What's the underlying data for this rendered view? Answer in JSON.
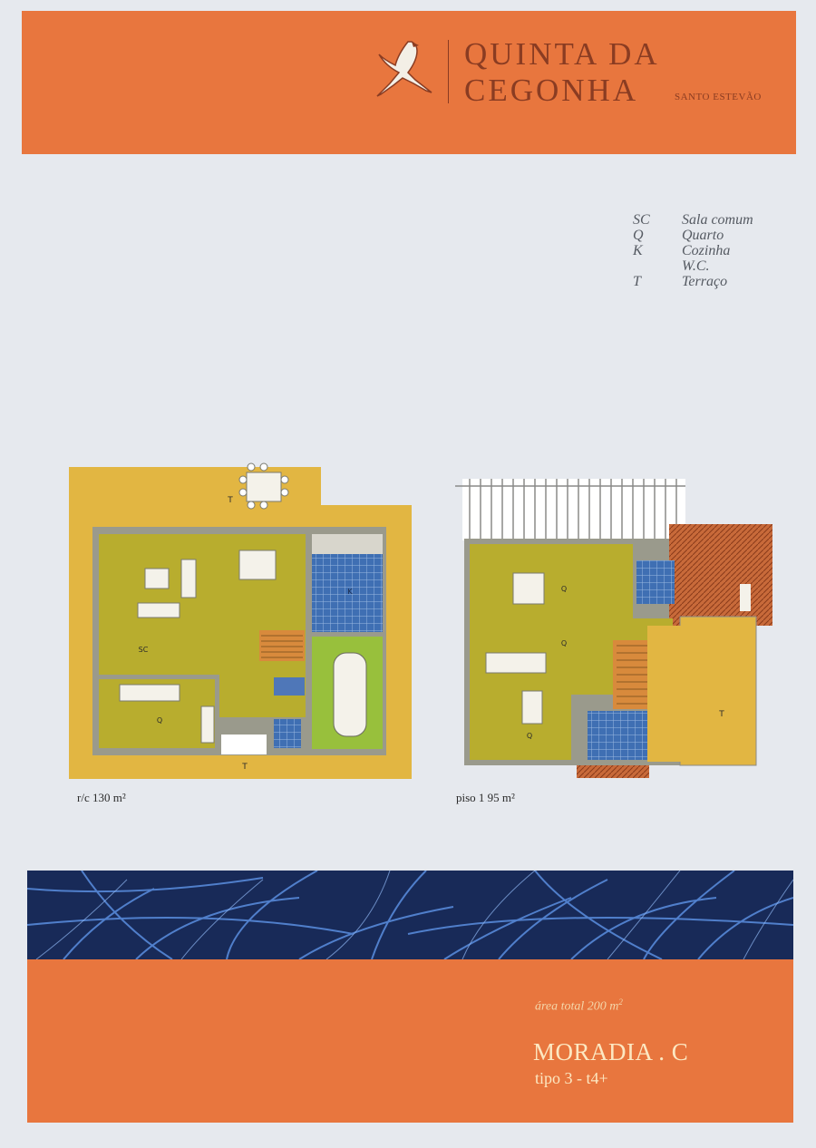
{
  "brand": {
    "line1": "QUINTA DA",
    "line2": "CEGONHA",
    "subtitle": "SANTO ESTEVÃO",
    "logo_icon": "stork-icon"
  },
  "legend": [
    {
      "code": "SC",
      "label": "Sala comum"
    },
    {
      "code": "Q",
      "label": "Quarto"
    },
    {
      "code": "K",
      "label": "Cozinha"
    },
    {
      "code": "",
      "label": "W.C."
    },
    {
      "code": "T",
      "label": "Terraço"
    }
  ],
  "plans": {
    "ground": {
      "caption": "r/c 130 m²",
      "room_marks": {
        "terrace_top": "T",
        "terrace_bottom": "T",
        "living": "SC",
        "kitchen": "K",
        "bedroom": "Q"
      }
    },
    "upper": {
      "caption": "piso 1 95 m²",
      "room_marks": {
        "bedroom_a": "Q",
        "bedroom_b": "Q",
        "bedroom_c": "Q",
        "terrace": "T"
      }
    }
  },
  "footer": {
    "area_label": "área total 200 m",
    "area_sup": "2",
    "title": "MORADIA . C",
    "type": "tipo 3 - t4+"
  },
  "colors": {
    "orange": "#e8763e",
    "brown_text": "#8a3c22",
    "terrace": "#e2b642",
    "room_floor": "#b8ad2e",
    "wc_tile": "#3f6fb3",
    "garage": "#98c03c",
    "stairs": "#d88a3c"
  }
}
